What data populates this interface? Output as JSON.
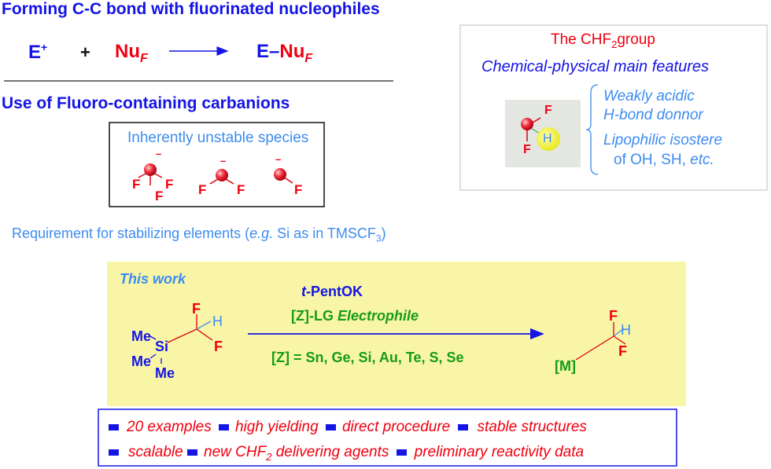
{
  "top": {
    "title": "Forming C-C bond with fluorinated nucleophiles",
    "equation": {
      "e": "E",
      "e_charge": "+",
      "plus": "+",
      "nu": "Nu",
      "nu_sub": "F",
      "product_e": "E–",
      "product_nu": "Nu",
      "product_sub": "F"
    },
    "subtitle": "Use of Fluoro-containing carbanions",
    "unstable_box": {
      "title": "Inherently unstable species",
      "atom": "F",
      "charge": "–"
    },
    "requirement": {
      "pre": "Requirement for stabilizing elements (",
      "eg": "e.g.",
      "post": " Si as in TMSCF",
      "sub": "3",
      "close": ")"
    }
  },
  "chf2_box": {
    "title_pre": "The CHF",
    "title_sub": "2",
    "title_post": "group",
    "subtitle": "Chemical-physical main features",
    "atoms": {
      "f": "F",
      "h": "H"
    },
    "features": [
      "Weakly acidic",
      "H-bond donnor",
      "Lipophilic isostere",
      "of OH, SH, "
    ],
    "etc": "etc."
  },
  "this_work": {
    "label": "This work",
    "reagent_t": "t",
    "reagent": "-PentOK",
    "electrophile_pre": "[Z]-LG ",
    "electrophile": "Electrophile",
    "z_list": "[Z] = Sn, Ge, Si, Au, Te, S, Se",
    "reactant": {
      "me": "Me",
      "si": "Si",
      "f": "F",
      "h": "H"
    },
    "product": {
      "m": "[M]",
      "f": "F",
      "h": "H"
    }
  },
  "highlights": {
    "row1": [
      "20 examples",
      "high yielding",
      "direct procedure",
      "stable structures"
    ],
    "row2_a": "scalable",
    "row2_b_pre": "new CHF",
    "row2_b_sub": "2",
    "row2_b_post": " delivering agents",
    "row2_c": "preliminary reactivity data",
    "bullet_color": "#1414e6"
  }
}
